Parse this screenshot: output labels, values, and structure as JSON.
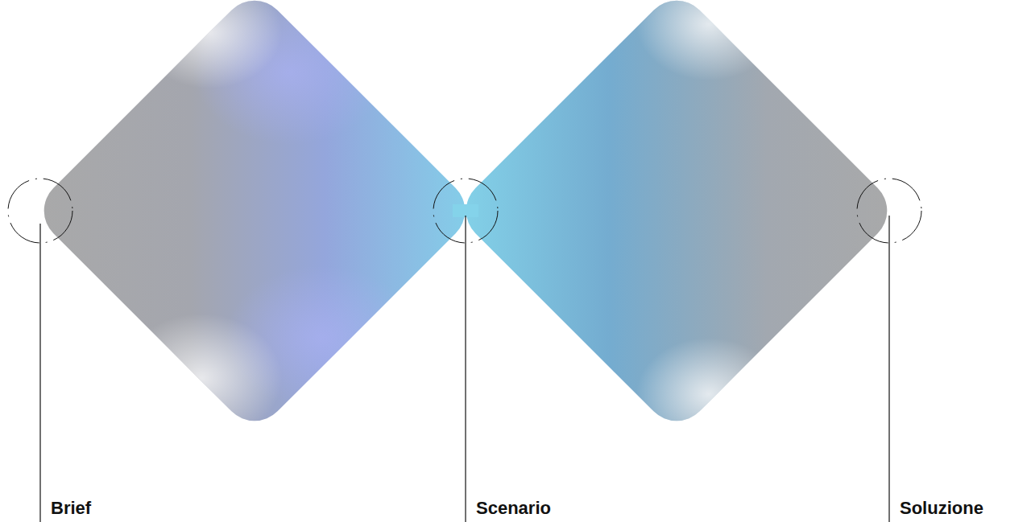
{
  "diagram": {
    "labels": [
      "Brief",
      "Scenario",
      "Soluzione"
    ]
  }
}
